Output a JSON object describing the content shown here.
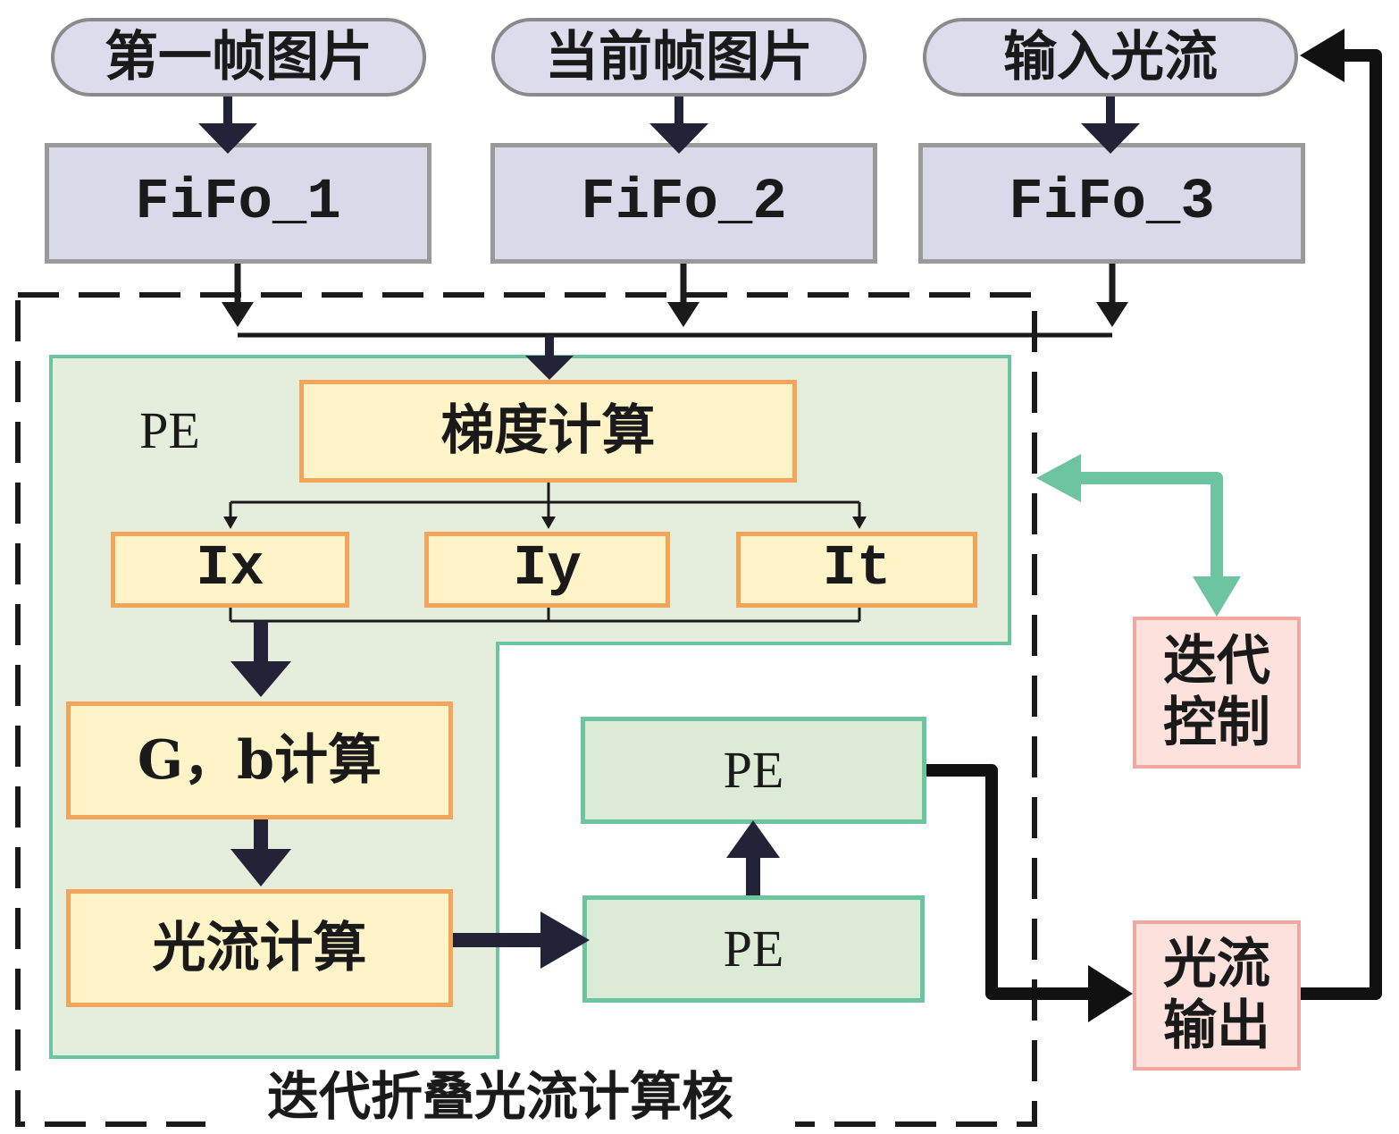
{
  "inputs": {
    "first_frame": "第一帧图片",
    "current_frame": "当前帧图片",
    "input_flow": "输入光流"
  },
  "fifos": {
    "fifo1": "FiFo_1",
    "fifo2": "FiFo_2",
    "fifo3": "FiFo_3"
  },
  "pe": {
    "label": "PE",
    "gradient": "梯度计算",
    "ix": "Ix",
    "iy": "Iy",
    "it": "It",
    "gb": "G，b计算",
    "flow_calc": "光流计算",
    "pe_lower": "PE",
    "pe_upper": "PE"
  },
  "side": {
    "iter_control": "迭代\n控制",
    "flow_output": "光流\n输出"
  },
  "core_label": "迭代折叠光流计算核",
  "colors": {
    "stadium_fill": "#dcdcec",
    "fifo_fill": "#d9d9ea",
    "pe_fill": "#e5eedc",
    "orange_fill": "#fff4c7",
    "orange_border": "#f3a65a",
    "green_border": "#6cc4a0",
    "pink_fill": "#fde1dc",
    "arrow_dark": "#232338",
    "arrow_teal": "#6cc4a0"
  }
}
